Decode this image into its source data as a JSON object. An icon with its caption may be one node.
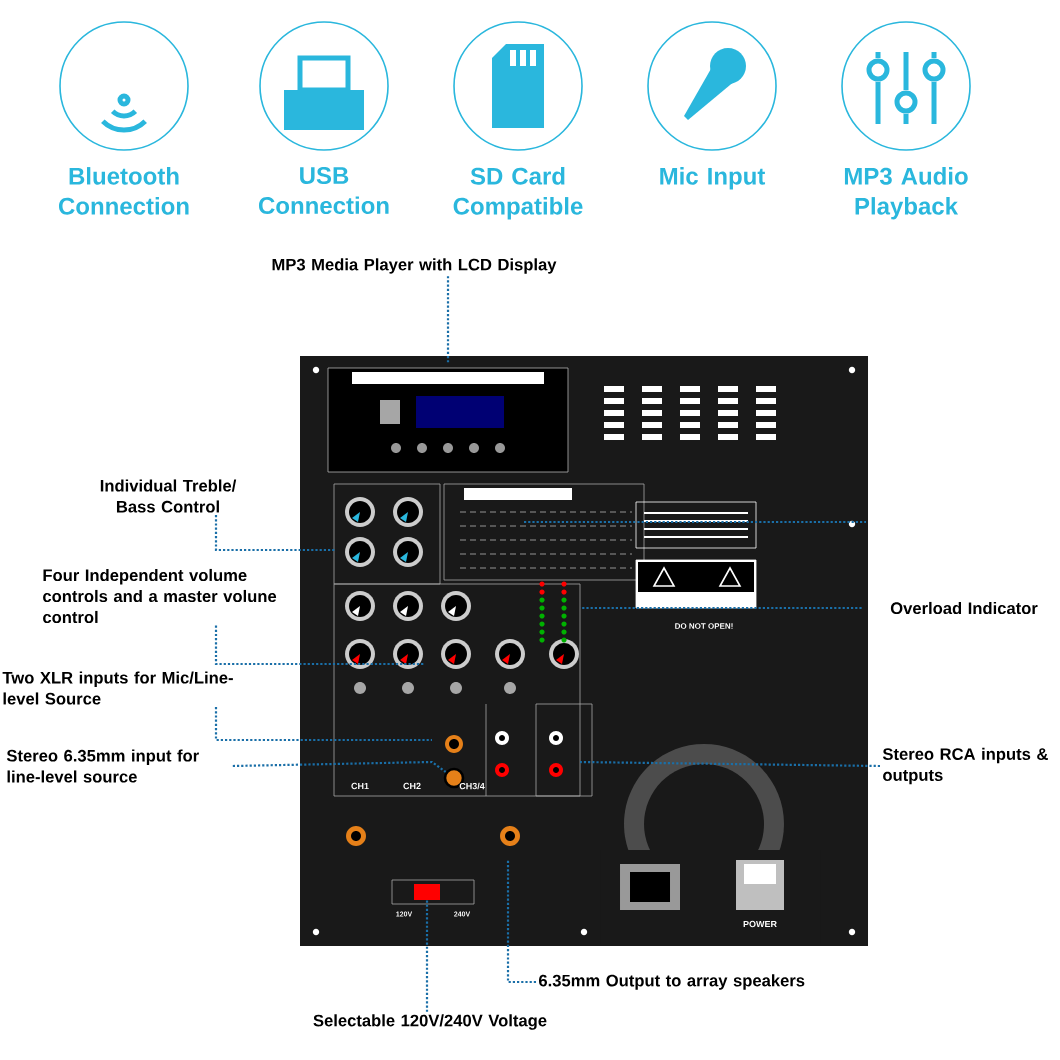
{
  "diagram": {
    "nodes": [
      {
        "text": [
          "Bluetooth Connection"
        ]
      },
      {
        "text": [
          "USB Connection"
        ]
      },
      {
        "text": [
          "SD Card Compatible"
        ]
      },
      {
        "text": [
          "Mic Input"
        ]
      },
      {
        "text": [
          "MP3 Audio Playback"
        ]
      },
      {
        "text": [
          "MP3 Media Player with LCD Display"
        ]
      },
      {
        "text": [
          "Individual Treble/ Bass Control"
        ]
      },
      {
        "text": [
          "Four Independent volume controls and a master volune control"
        ]
      },
      {
        "text": [
          "Two XLR inputs for Mic/Line-level Source"
        ]
      },
      {
        "text": [
          "Stereo 6.35mm input for line-level source"
        ]
      },
      {
        "text": [
          "Overload Indicator"
        ]
      },
      {
        "text": [
          "Stereo RCA inputs & outputs"
        ]
      },
      {
        "text": [
          "Selectable 120V/240V Voltage"
        ]
      },
      {
        "text": [
          "6.35mm Output to array speakers"
        ]
      },
      {
        "text": [],
        "shape": "circle"
      },
      {
        "text": [],
        "shape": "box"
      }
    ],
    "edges": [
      {
        "from": 5,
        "to": null,
        "arrow": "none",
        "style": "dashed"
      },
      {
        "from": 6,
        "to": null,
        "arrow": "none",
        "style": "dashed"
      },
      {
        "from": 7,
        "to": null,
        "arrow": "none",
        "style": "dashed"
      },
      {
        "from": 8,
        "to": null,
        "arrow": "none",
        "style": "dashed"
      },
      {
        "from": 9,
        "to": 14,
        "arrow": "none",
        "style": "dashed"
      },
      {
        "from": 10,
        "to": null,
        "arrow": "none",
        "style": "dashed"
      },
      {
        "from": 11,
        "to": null,
        "arrow": "none",
        "style": "dashed"
      },
      {
        "from": 12,
        "to": 15,
        "arrow": "none",
        "style": "dashed"
      },
      {
        "from": 13,
        "to": null,
        "arrow": "none",
        "style": "dashed"
      }
    ],
    "labels": [
      "DO NOT OPEN!",
      "CH1",
      "CH2",
      "CH3/4",
      "120V",
      "240V",
      "POWER"
    ]
  }
}
